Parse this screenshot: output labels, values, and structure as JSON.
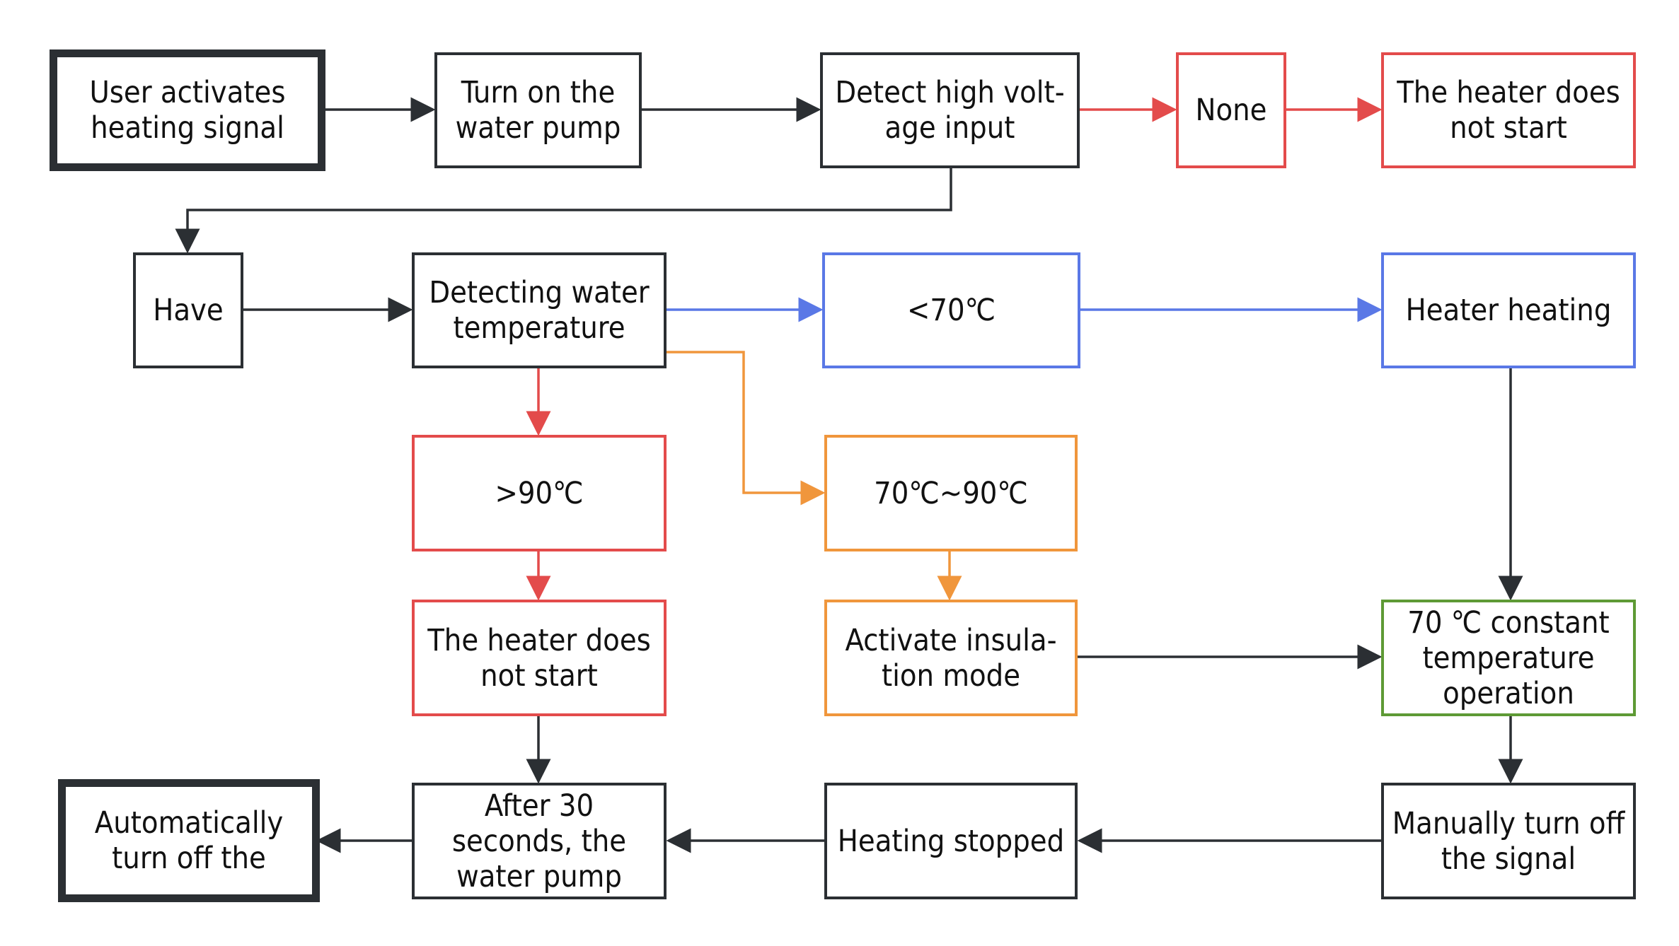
{
  "nodes": {
    "user_activates": {
      "label": "User activates heating signal",
      "color": "#2b2f33"
    },
    "pump_on": {
      "label": "Turn on the water pump",
      "color": "#2b2f33"
    },
    "detect_hv": {
      "label": "Detect high volt-age input",
      "color": "#2b2f33"
    },
    "none": {
      "label": "None",
      "color": "#e34b4b"
    },
    "not_start_1": {
      "label": "The heater does not start",
      "color": "#e34b4b"
    },
    "have": {
      "label": "Have",
      "color": "#2b2f33"
    },
    "detect_temp": {
      "label": "Detecting water temperature",
      "color": "#2b2f33"
    },
    "lt70": {
      "label": "<70℃",
      "color": "#5a78e6"
    },
    "heater_heating": {
      "label": "Heater heating",
      "color": "#5a78e6"
    },
    "gt90": {
      "label": ">90℃",
      "color": "#e34b4b"
    },
    "range": {
      "label": "70℃~90℃",
      "color": "#f0963c"
    },
    "not_start_2": {
      "label": "The heater does not start",
      "color": "#e34b4b"
    },
    "insulation": {
      "label": "Activate insula-tion mode",
      "color": "#f0963c"
    },
    "constant": {
      "label": "70 ℃ constant temperature operation",
      "color": "#5e9a35"
    },
    "auto_off": {
      "label": "Automatically turn off the",
      "color": "#2b2f33"
    },
    "after30": {
      "label": "After 30 seconds, the water pump",
      "color": "#2b2f33"
    },
    "heating_stopped": {
      "label": "Heating stopped",
      "color": "#2b2f33"
    },
    "manual_off": {
      "label": "Manually turn off the signal",
      "color": "#2b2f33"
    }
  },
  "edges": [
    {
      "from": "user_activates",
      "to": "pump_on",
      "color": "#2b2f33"
    },
    {
      "from": "pump_on",
      "to": "detect_hv",
      "color": "#2b2f33"
    },
    {
      "from": "detect_hv",
      "to": "none",
      "color": "#e34b4b"
    },
    {
      "from": "none",
      "to": "not_start_1",
      "color": "#e34b4b"
    },
    {
      "from": "detect_hv",
      "to": "have",
      "color": "#2b2f33"
    },
    {
      "from": "have",
      "to": "detect_temp",
      "color": "#2b2f33"
    },
    {
      "from": "detect_temp",
      "to": "lt70",
      "color": "#5a78e6"
    },
    {
      "from": "lt70",
      "to": "heater_heating",
      "color": "#5a78e6"
    },
    {
      "from": "detect_temp",
      "to": "gt90",
      "color": "#e34b4b"
    },
    {
      "from": "detect_temp",
      "to": "range",
      "color": "#f0963c"
    },
    {
      "from": "gt90",
      "to": "not_start_2",
      "color": "#e34b4b"
    },
    {
      "from": "range",
      "to": "insulation",
      "color": "#f0963c"
    },
    {
      "from": "heater_heating",
      "to": "constant",
      "color": "#2b2f33"
    },
    {
      "from": "insulation",
      "to": "constant",
      "color": "#2b2f33"
    },
    {
      "from": "not_start_2",
      "to": "after30",
      "color": "#2b2f33"
    },
    {
      "from": "constant",
      "to": "manual_off",
      "color": "#2b2f33"
    },
    {
      "from": "manual_off",
      "to": "heating_stopped",
      "color": "#2b2f33"
    },
    {
      "from": "heating_stopped",
      "to": "after30",
      "color": "#2b2f33"
    },
    {
      "from": "after30",
      "to": "auto_off",
      "color": "#2b2f33"
    }
  ]
}
